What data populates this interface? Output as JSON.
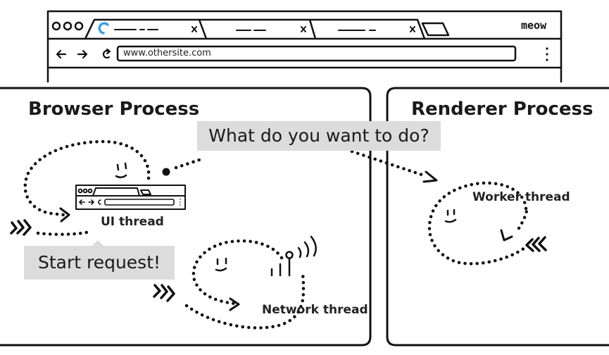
{
  "browser_window": {
    "brand": "meow",
    "url": "www.othersite.com",
    "tabs": [
      {
        "title": "—.—.."
      },
      {
        "title": "..—— —"
      },
      {
        "title": "——  —"
      }
    ],
    "nav_icons": [
      "back-arrow-icon",
      "forward-arrow-icon",
      "reload-icon",
      "more-vert-icon"
    ]
  },
  "browser_process": {
    "title": "Browser Process",
    "ui_thread_label": "UI thread",
    "network_thread_label": "Network thread"
  },
  "renderer_process": {
    "title": "Renderer Process",
    "worker_thread_label": "Worker thread"
  },
  "bubbles": {
    "question": "What do you want to do?",
    "request": "Start request!"
  },
  "colors": {
    "ink": "#111111",
    "bubble_bg": "#dcdcdc",
    "loading_spinner": "#3aa0e8"
  }
}
